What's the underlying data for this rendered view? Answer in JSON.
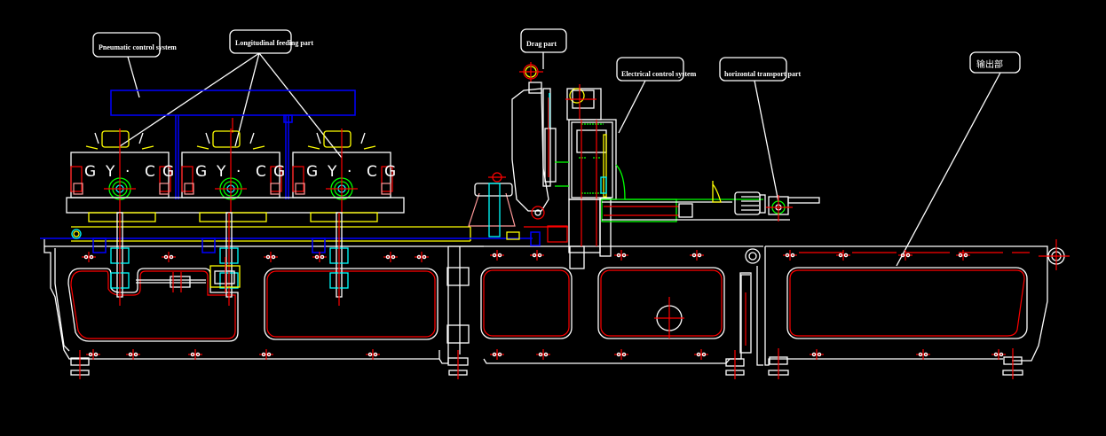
{
  "drawing": {
    "type": "cad-assembly-elevation",
    "background": "#000000",
    "layer_colors": {
      "outline": "#ffffff",
      "centerline": "#ff0000",
      "component": "#ffff00",
      "pneumatic": "#0000ff",
      "detail": "#00ffff",
      "electrical": "#00ff00"
    }
  },
  "callouts": [
    {
      "id": "pneumatic",
      "text": "Pneumatic  control system"
    },
    {
      "id": "longitudinal",
      "text": "Longitudinal feeding part"
    },
    {
      "id": "drag",
      "text": "Drag part"
    },
    {
      "id": "electrical",
      "text": "Electrical control system"
    },
    {
      "id": "horizontal",
      "text": "horizontal transport part"
    },
    {
      "id": "output",
      "text": "输出部"
    }
  ],
  "feed_heads": [
    {
      "letters": [
        "G",
        "Y",
        "·",
        "C",
        "G"
      ]
    },
    {
      "letters": [
        "G",
        "Y",
        "·",
        "C",
        "G"
      ]
    },
    {
      "letters": [
        "G",
        "Y",
        "·",
        "C",
        "G"
      ]
    }
  ]
}
